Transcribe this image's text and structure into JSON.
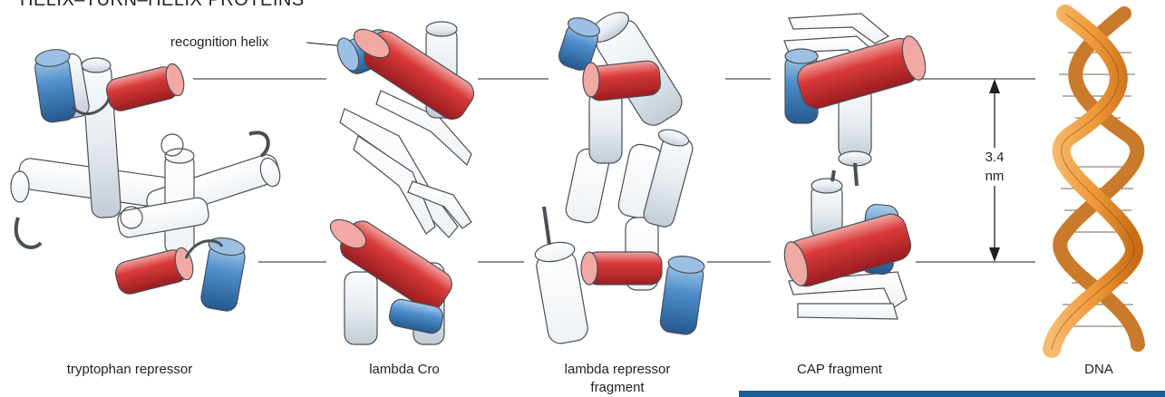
{
  "figure": {
    "title": "HELIX–TURN–HELIX PROTEINS",
    "callout": "recognition helix",
    "spacing": {
      "value": "3.4",
      "unit": "nm"
    },
    "captions": [
      {
        "key": "trp",
        "text": "tryptophan repressor"
      },
      {
        "key": "cro",
        "text": "lambda Cro"
      },
      {
        "key": "lrep_1",
        "text": "lambda repressor"
      },
      {
        "key": "lrep_2",
        "text": "fragment"
      },
      {
        "key": "cap",
        "text": "CAP fragment"
      },
      {
        "key": "dna",
        "text": "DNA"
      }
    ],
    "colors": {
      "recognition_helix": "#d42a2e",
      "second_helix": "#3f7fc0",
      "other_helix": "#e4e9ef",
      "dna_backbone": "#ef9a3a",
      "accent_bar": "#1a5f93"
    }
  }
}
